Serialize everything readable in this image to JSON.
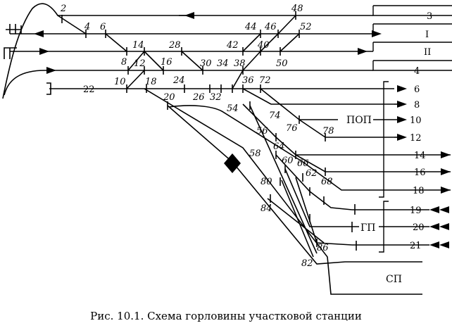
{
  "caption": "Рис. 10.1. Схема горловины участковой станции",
  "switch_numbers": [
    "2",
    "4",
    "6",
    "8",
    "10",
    "12",
    "14",
    "16",
    "18",
    "20",
    "22",
    "24",
    "26",
    "28",
    "30",
    "32",
    "34",
    "36",
    "38",
    "40",
    "42",
    "44",
    "46",
    "48",
    "50",
    "52",
    "54",
    "56",
    "58",
    "60",
    "62",
    "64",
    "66",
    "68",
    "72",
    "74",
    "76",
    "78",
    "80",
    "82",
    "84",
    "86"
  ],
  "track_numbers": [
    "3",
    "I",
    "II",
    "4",
    "6",
    "8",
    "10",
    "12",
    "14",
    "16",
    "18",
    "19",
    "20",
    "21"
  ],
  "parks": {
    "pop": "ПОП",
    "gp": "ГП",
    "sp": "СП"
  }
}
